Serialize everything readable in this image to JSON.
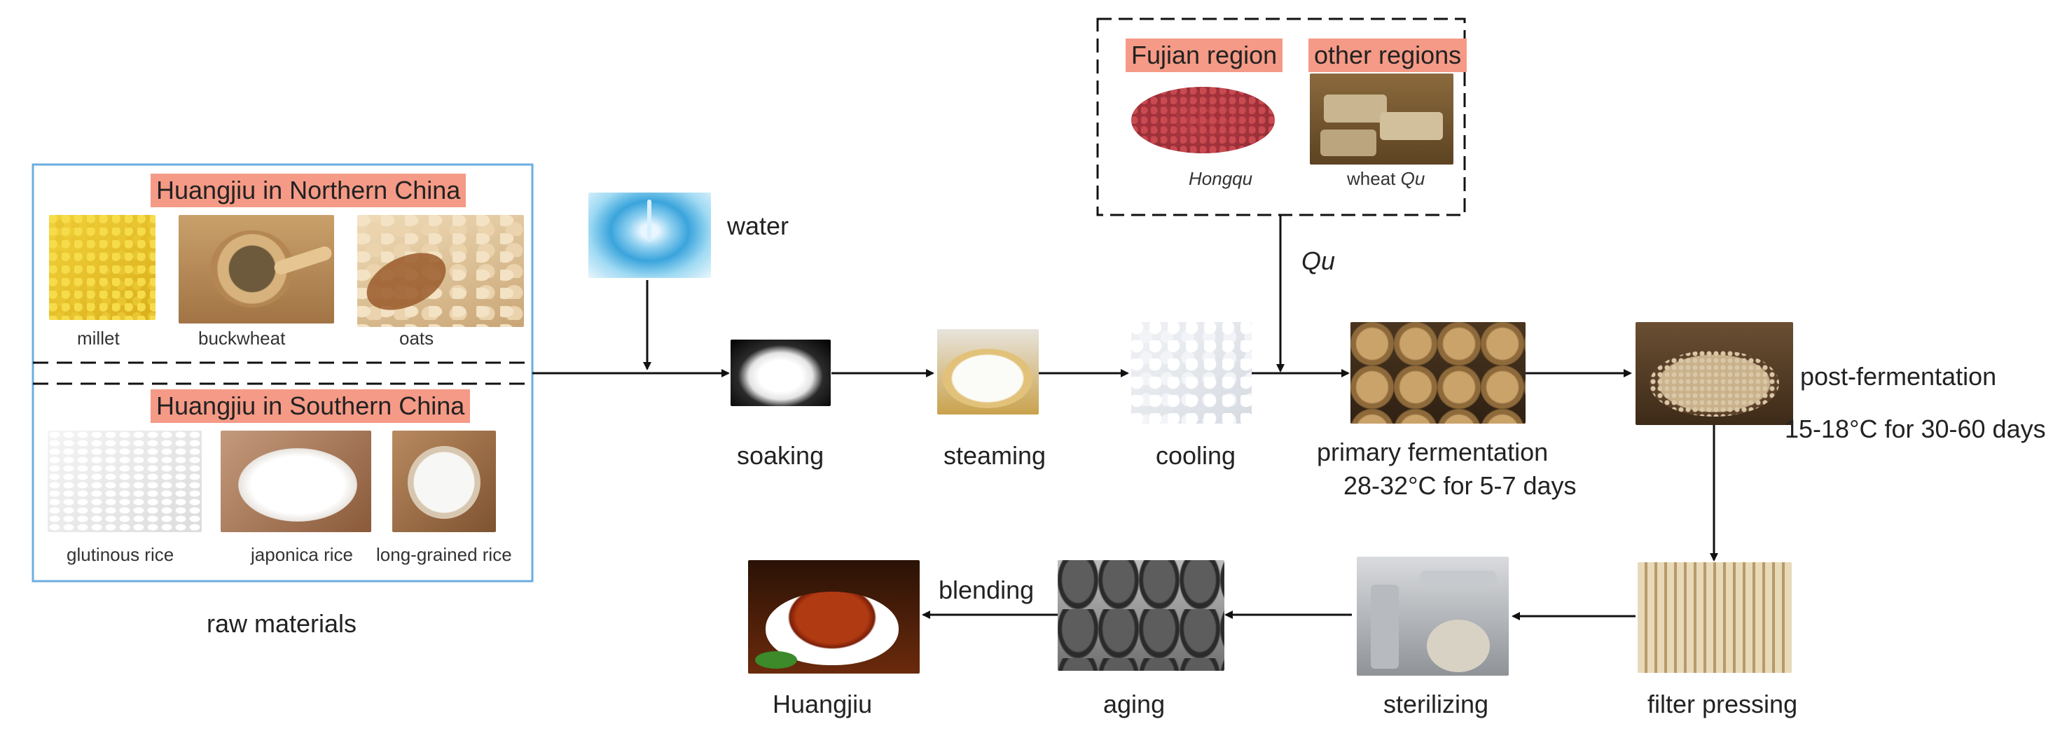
{
  "raw_materials": {
    "caption": "raw  materials",
    "north": {
      "title": "Huangjiu in Northern China",
      "items": [
        "millet",
        "buckwheat",
        "oats"
      ]
    },
    "south": {
      "title": "Huangjiu in Southern China",
      "items": [
        "glutinous rice",
        "japonica rice",
        "long-grained rice"
      ]
    }
  },
  "water": {
    "label": "water"
  },
  "qu": {
    "label": "Qu",
    "fujian": {
      "title": "Fujian region",
      "caption": "Hongqu"
    },
    "other": {
      "title": "other regions",
      "caption_prefix": "wheat",
      "caption_italic": "Qu"
    }
  },
  "steps": {
    "soaking": "soaking",
    "steaming": "steaming",
    "cooling": "cooling",
    "primary": {
      "label": "primary fermentation",
      "condition": "28-32°C for 5-7 days"
    },
    "post": {
      "label": "post-fermentation",
      "condition": "15-18°C for 30-60 days"
    },
    "filter": "filter pressing",
    "sterilizing": "sterilizing",
    "aging": "aging",
    "blending": "blending",
    "final": "Huangjiu"
  },
  "colors": {
    "highlight": "#f59a86",
    "frame_blue": "#6aaee0",
    "arrow": "#111111"
  }
}
